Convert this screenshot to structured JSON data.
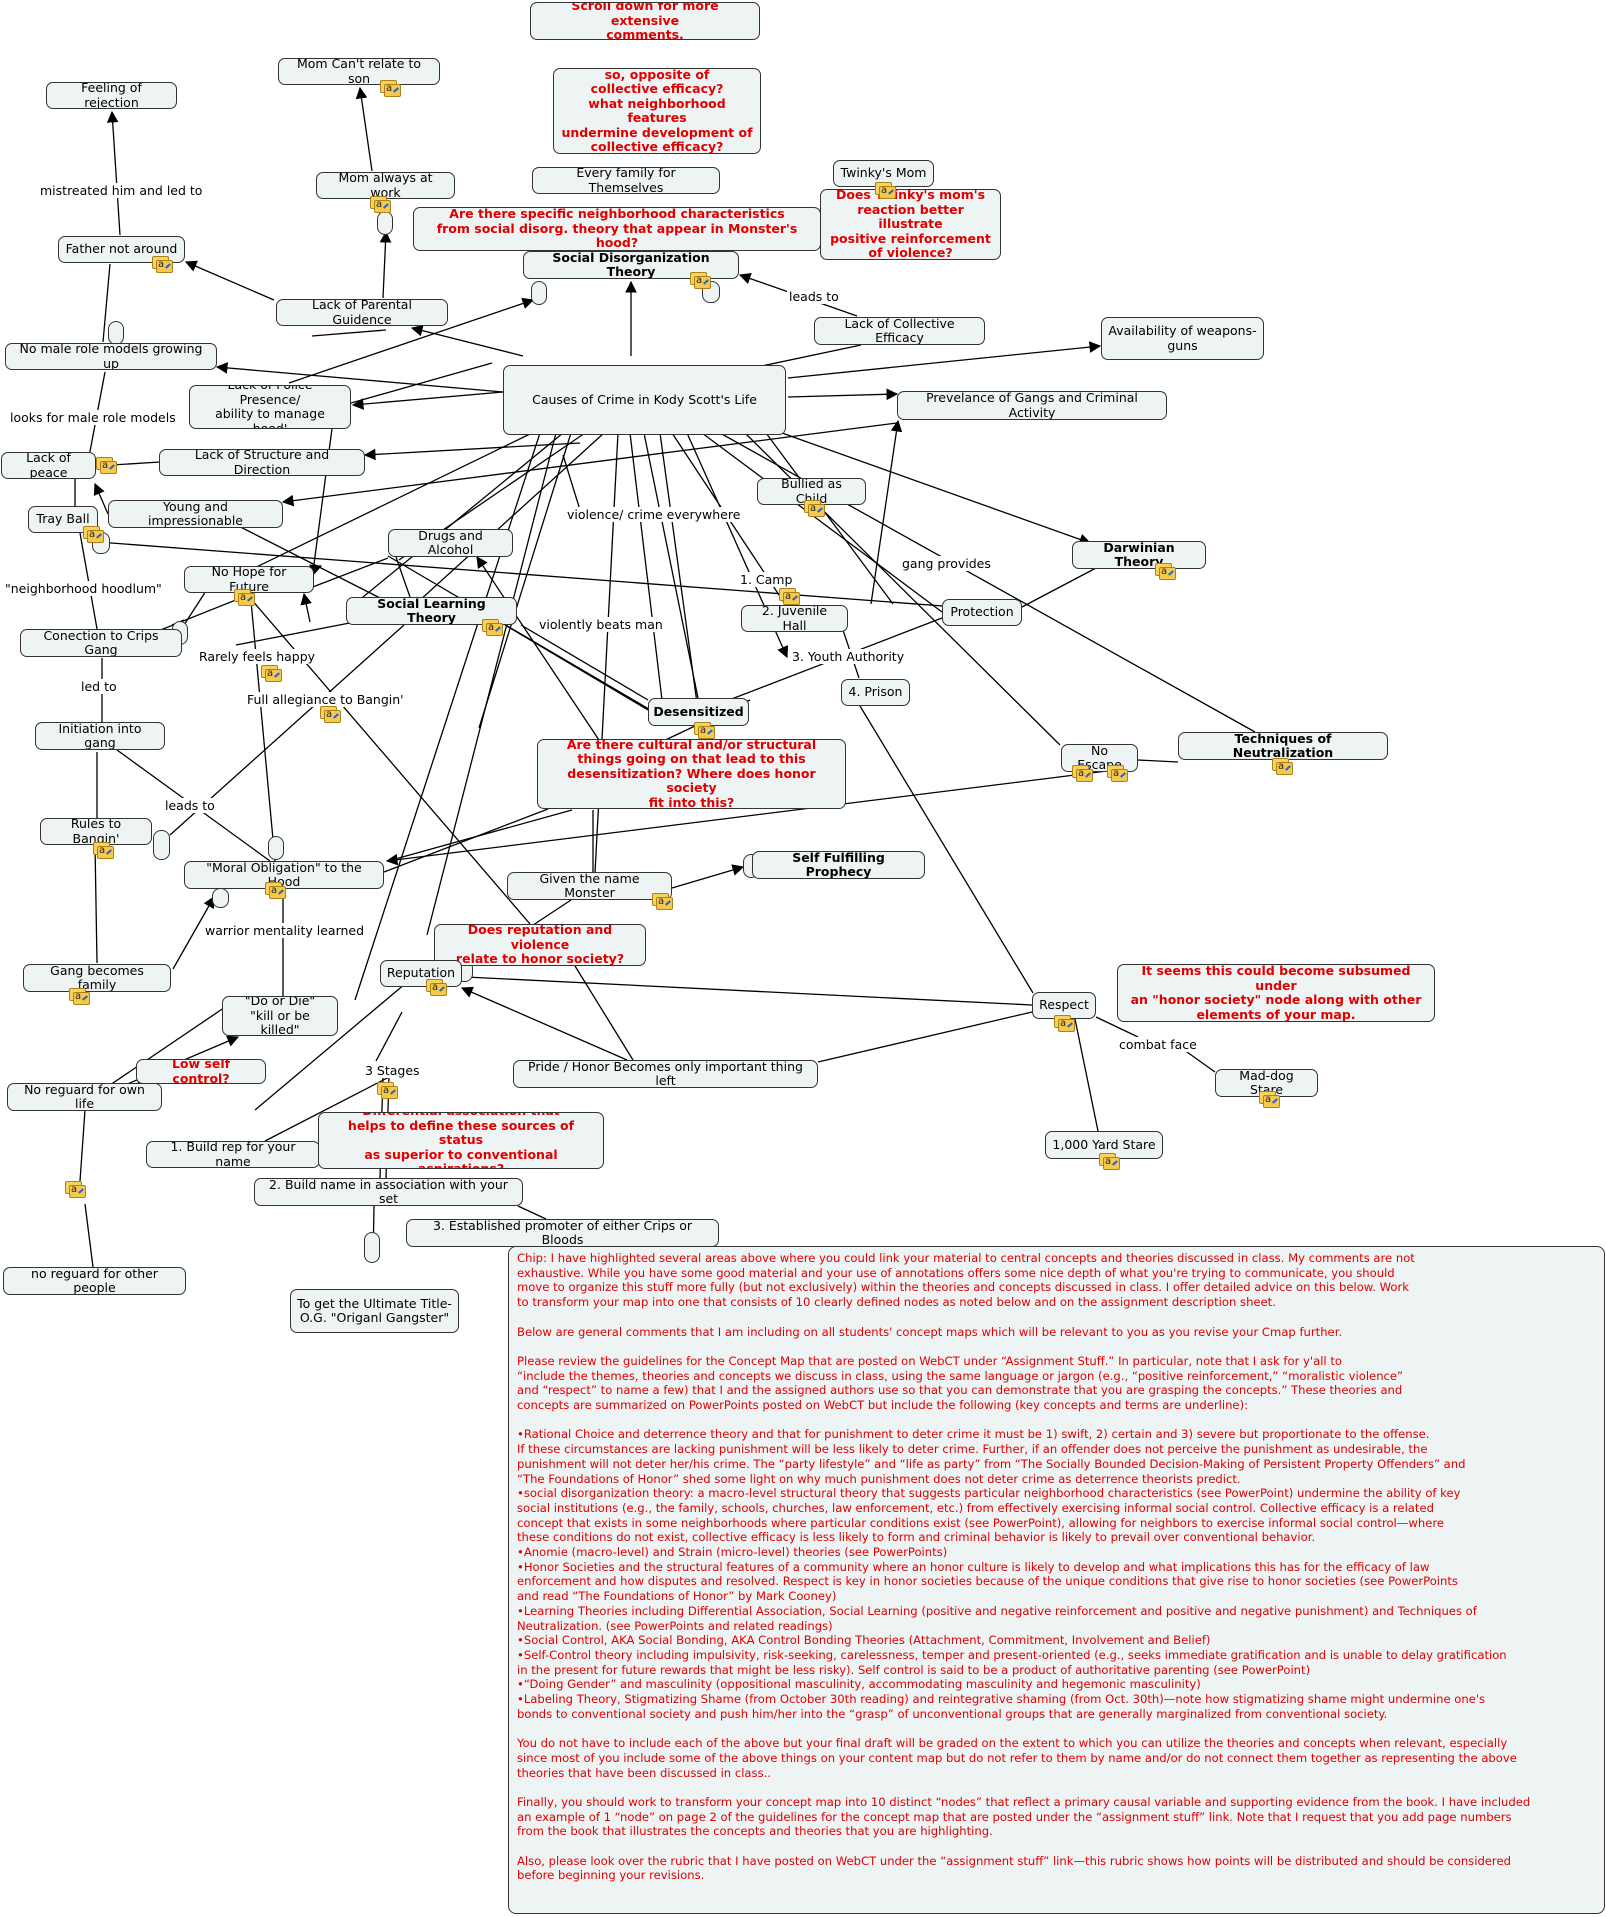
{
  "nodes": [
    {
      "id": "scroll",
      "text": "Scroll down for more extensive\ncomments.",
      "style": "red"
    },
    {
      "id": "mom_relate",
      "text": "Mom Can't relate to son",
      "style": ""
    },
    {
      "id": "rejection",
      "text": "Feeling of rejection",
      "style": ""
    },
    {
      "id": "opposite",
      "text": "so, opposite of\ncollective efficacy?\nwhat neighborhood features\nundermine development of\ncollective efficacy?",
      "style": "red"
    },
    {
      "id": "mom_work",
      "text": "Mom always at work",
      "style": ""
    },
    {
      "id": "every_family",
      "text": "Every family for Themselves",
      "style": ""
    },
    {
      "id": "twinky_mom",
      "text": "Twinky's Mom",
      "style": ""
    },
    {
      "id": "does_twinky",
      "text": "Does Twinky's mom's\nreaction better illustrate\npositive reinforcement\nof violence?",
      "style": "red"
    },
    {
      "id": "specific",
      "text": "Are there specific neighborhood characteristics\nfrom social disorg. theory that appear in  Monster's hood?",
      "style": "red"
    },
    {
      "id": "father",
      "text": "Father not around",
      "style": ""
    },
    {
      "id": "sdt",
      "text": "Social Disorganization Theory",
      "style": "bold"
    },
    {
      "id": "parental",
      "text": "Lack of Parental Guidence",
      "style": ""
    },
    {
      "id": "lce",
      "text": "Lack of Collective Efficacy",
      "style": ""
    },
    {
      "id": "weapons",
      "text": "Availability of weapons-\nguns",
      "style": ""
    },
    {
      "id": "male_models",
      "text": "No male role models growing up",
      "style": ""
    },
    {
      "id": "police",
      "text": "Lack of Police Presence/\nability to manage hood'",
      "style": ""
    },
    {
      "id": "causes",
      "text": "Causes of Crime in Kody Scott's Life",
      "style": ""
    },
    {
      "id": "gangs",
      "text": "Prevelance of Gangs and Criminal Activity",
      "style": ""
    },
    {
      "id": "peace",
      "text": "Lack of peace",
      "style": ""
    },
    {
      "id": "structure",
      "text": "Lack of Structure and Direction",
      "style": ""
    },
    {
      "id": "tray",
      "text": "Tray Ball",
      "style": ""
    },
    {
      "id": "young",
      "text": "Young and impressionable",
      "style": ""
    },
    {
      "id": "bullied",
      "text": "Bullied as Child",
      "style": ""
    },
    {
      "id": "drugs",
      "text": "Drugs and Alcohol",
      "style": ""
    },
    {
      "id": "darwin",
      "text": "Darwinian Theory",
      "style": "bold"
    },
    {
      "id": "nohope",
      "text": "No Hope for Future",
      "style": ""
    },
    {
      "id": "slt",
      "text": "Social Learning Theory",
      "style": "bold"
    },
    {
      "id": "juvenile",
      "text": "2. Juvenile Hall",
      "style": ""
    },
    {
      "id": "protection",
      "text": "Protection",
      "style": ""
    },
    {
      "id": "crips",
      "text": "Conection to Crips Gang",
      "style": ""
    },
    {
      "id": "prison",
      "text": "4. Prison",
      "style": ""
    },
    {
      "id": "desens",
      "text": "Desensitized",
      "style": "bold"
    },
    {
      "id": "initiation",
      "text": "Initiation into gang",
      "style": ""
    },
    {
      "id": "cultural",
      "text": "Are there cultural and/or structural\nthings going on that lead to this\ndesensitization?  Where does honor society\nfit into this?",
      "style": "red"
    },
    {
      "id": "noescape",
      "text": "No Escape",
      "style": ""
    },
    {
      "id": "ton",
      "text": "Techniques of Neutralization",
      "style": "bold"
    },
    {
      "id": "rules",
      "text": "Rules to Bangin'",
      "style": ""
    },
    {
      "id": "moral",
      "text": "\"Moral Obligation\" to the Hood",
      "style": ""
    },
    {
      "id": "monster",
      "text": "Given the name Monster",
      "style": ""
    },
    {
      "id": "sfp",
      "text": "Self Fulfilling Prophecy",
      "style": "bold"
    },
    {
      "id": "repviol",
      "text": "Does reputation and violence\nrelate to honor society?",
      "style": "red"
    },
    {
      "id": "gangfam",
      "text": "Gang becomes family",
      "style": ""
    },
    {
      "id": "reputation",
      "text": "Reputation",
      "style": ""
    },
    {
      "id": "honorsoc",
      "text": "It seems this could become subsumed under\nan \"honor society\" node along with other\nelements of your map.",
      "style": "red"
    },
    {
      "id": "respect",
      "text": "Respect",
      "style": ""
    },
    {
      "id": "doordie",
      "text": "\"Do or Die\"\n\"kill or be killed\"",
      "style": ""
    },
    {
      "id": "lowself",
      "text": "Low self control?",
      "style": "red"
    },
    {
      "id": "pride",
      "text": "Pride / Honor Becomes only important thing left",
      "style": ""
    },
    {
      "id": "maddog",
      "text": "Mad-dog Stare",
      "style": ""
    },
    {
      "id": "noregard",
      "text": "No reguard for own life",
      "style": ""
    },
    {
      "id": "build1",
      "text": "1. Build rep for your name",
      "style": ""
    },
    {
      "id": "diffassoc",
      "text": "Differential association that\nhelps to define these sources of status\nas superior to conventional aspirations?",
      "style": "red"
    },
    {
      "id": "yard",
      "text": "1,000 Yard Stare",
      "style": ""
    },
    {
      "id": "build2",
      "text": "2. Build name in association with your set",
      "style": ""
    },
    {
      "id": "promoter",
      "text": "3. Established promoter of either Crips or Bloods",
      "style": ""
    },
    {
      "id": "noregard_others",
      "text": "no reguard for other people",
      "style": ""
    },
    {
      "id": "og",
      "text": "To get the Ultimate Title-\nO.G. \"Origanl Gangster\"",
      "style": ""
    }
  ],
  "link_labels": [
    {
      "id": "mistreated",
      "text": "mistreated him and led to"
    },
    {
      "id": "leads_to_1",
      "text": "leads to"
    },
    {
      "id": "looks_for",
      "text": "looks for male role models"
    },
    {
      "id": "violence_everywhere",
      "text": "violence/ crime everywhere"
    },
    {
      "id": "gang_provides",
      "text": "gang provides"
    },
    {
      "id": "camp",
      "text": "1. Camp"
    },
    {
      "id": "hoodlum",
      "text": "\"neighborhood  hoodlum\""
    },
    {
      "id": "beats",
      "text": "violently beats man"
    },
    {
      "id": "rarely",
      "text": "Rarely feels happy"
    },
    {
      "id": "youth_auth",
      "text": "3. Youth Authority"
    },
    {
      "id": "led_to",
      "text": "led to"
    },
    {
      "id": "allegiance",
      "text": "Full allegiance to Bangin'"
    },
    {
      "id": "leads_to_2",
      "text": "leads to"
    },
    {
      "id": "warrior",
      "text": "warrior mentality learned"
    },
    {
      "id": "three_stages",
      "text": "3 Stages"
    },
    {
      "id": "combat",
      "text": "combat face"
    }
  ],
  "comments": [
    "Chip: I have highlighted several areas above where you could link your material to central concepts and theories discussed in class.  My comments are not\nexhaustive.  While you have some good material and your use of annotations offers some nice depth of what you're trying to communicate, you should\nmove to organize this stuff more fully (but not exclusively) within the theories and concepts discussed in class.  I offer detailed advice on this below.  Work\nto transform your map into one that consists of 10 clearly defined nodes as noted below and on the assignment description sheet.",
    "Below are general comments that I am including on all students' concept maps which will be relevant to you as you revise your Cmap further.",
    "Please review the guidelines for the Concept Map that are posted on WebCT under “Assignment Stuff.”  In particular, note that I ask for y'all to\n“include the themes, theories and concepts we discuss in class, using the same language or jargon (e.g., “positive reinforcement,” “moralistic violence”\nand “respect” to name a few) that I and the assigned authors use so that you can demonstrate that you are grasping the concepts.”  These theories and\nconcepts are summarized on PowerPoints posted on WebCT but include the following (key concepts and terms are underline):",
    "•Rational Choice and deterrence theory and that for punishment to deter crime it must be   1) swift, 2) certain and 3) severe but proportionate to the offense.\nIf these circumstances are lacking punishment will be less likely to deter crime.  Further, if an offender does not perceive the punishment as undesirable, the\npunishment will not deter her/his crime.  The “party lifestyle” and “life as party” from “The Socially Bounded Decision-Making of Persistent Property Offenders” and\n“The Foundations of Honor” shed some light on why much punishment does not deter crime as deterrence theorists predict.\n•social disorganization theory: a macro-level structural theory that suggests particular neighborhood characteristics (see PowerPoint) undermine the ability of key\nsocial institutions (e.g., the family, schools, churches, law enforcement, etc.) from effectively exercising informal social control.  Collective efficacy is a related\nconcept that exists in some neighborhoods where particular conditions exist (see PowerPoint), allowing for neighbors to exercise informal social control—where\nthese conditions do not exist, collective efficacy is less likely to form and criminal behavior is likely to prevail over conventional behavior.\n•Anomie (macro-level) and Strain (micro-level) theories (see PowerPoints)\n•Honor Societies and the structural features of a community where an honor culture is likely to develop and what implications this has for the efficacy of law\nenforcement and how disputes and resolved.  Respect is key in honor societies because of the unique conditions that give rise to honor societies (see PowerPoints\nand read “The Foundations of Honor” by Mark Cooney)\n•Learning Theories including Differential Association, Social Learning (positive and negative reinforcement and positive and negative punishment) and Techniques of\nNeutralization. (see PowerPoints and related readings)\n•Social Control, AKA Social Bonding, AKA Control Bonding Theories (Attachment, Commitment, Involvement and Belief)\n•Self-Control theory including impulsivity, risk-seeking, carelessness, temper and present-oriented (e.g., seeks immediate gratification and is unable to delay gratification\nin the present for future rewards that might be less risky).  Self control is said to be a product of authoritative parenting (see PowerPoint)\n•“Doing Gender” and masculinity (oppositional masculinity, accommodating masculinity and hegemonic masculinity)\n•Labeling Theory, Stigmatizing Shame (from October 30th reading) and reintegrative shaming (from Oct. 30th)—note how stigmatizing shame might undermine one's\nbonds to conventional society and push him/her into the “grasp” of unconventional groups that are generally marginalized from conventional society.",
    "You do not have to include each of the above but your final draft will be graded on the extent to which you can utilize the theories and concepts when relevant, especially\nsince most of you include some of the above things on your content map but do not refer to them by name and/or do not connect them together as representing the above\ntheories that have been discussed in class..",
    "Finally, you should work to transform your concept map into 10 distinct “nodes” that reflect a primary causal variable and supporting evidence from the book.  I have included\nan example of 1 “node” on page 2 of the guidelines for the concept map that are posted under the “assignment stuff” link.   Note that I request that you add page numbers\nfrom the book that illustrates the concepts and theories that you are highlighting.",
    "Also, please look over the rubric that I have posted on WebCT under the “assignment stuff” link—this rubric shows how points will be distributed and should be considered\nbefore beginning your revisions."
  ],
  "annotation_icon": "annotation-icon"
}
